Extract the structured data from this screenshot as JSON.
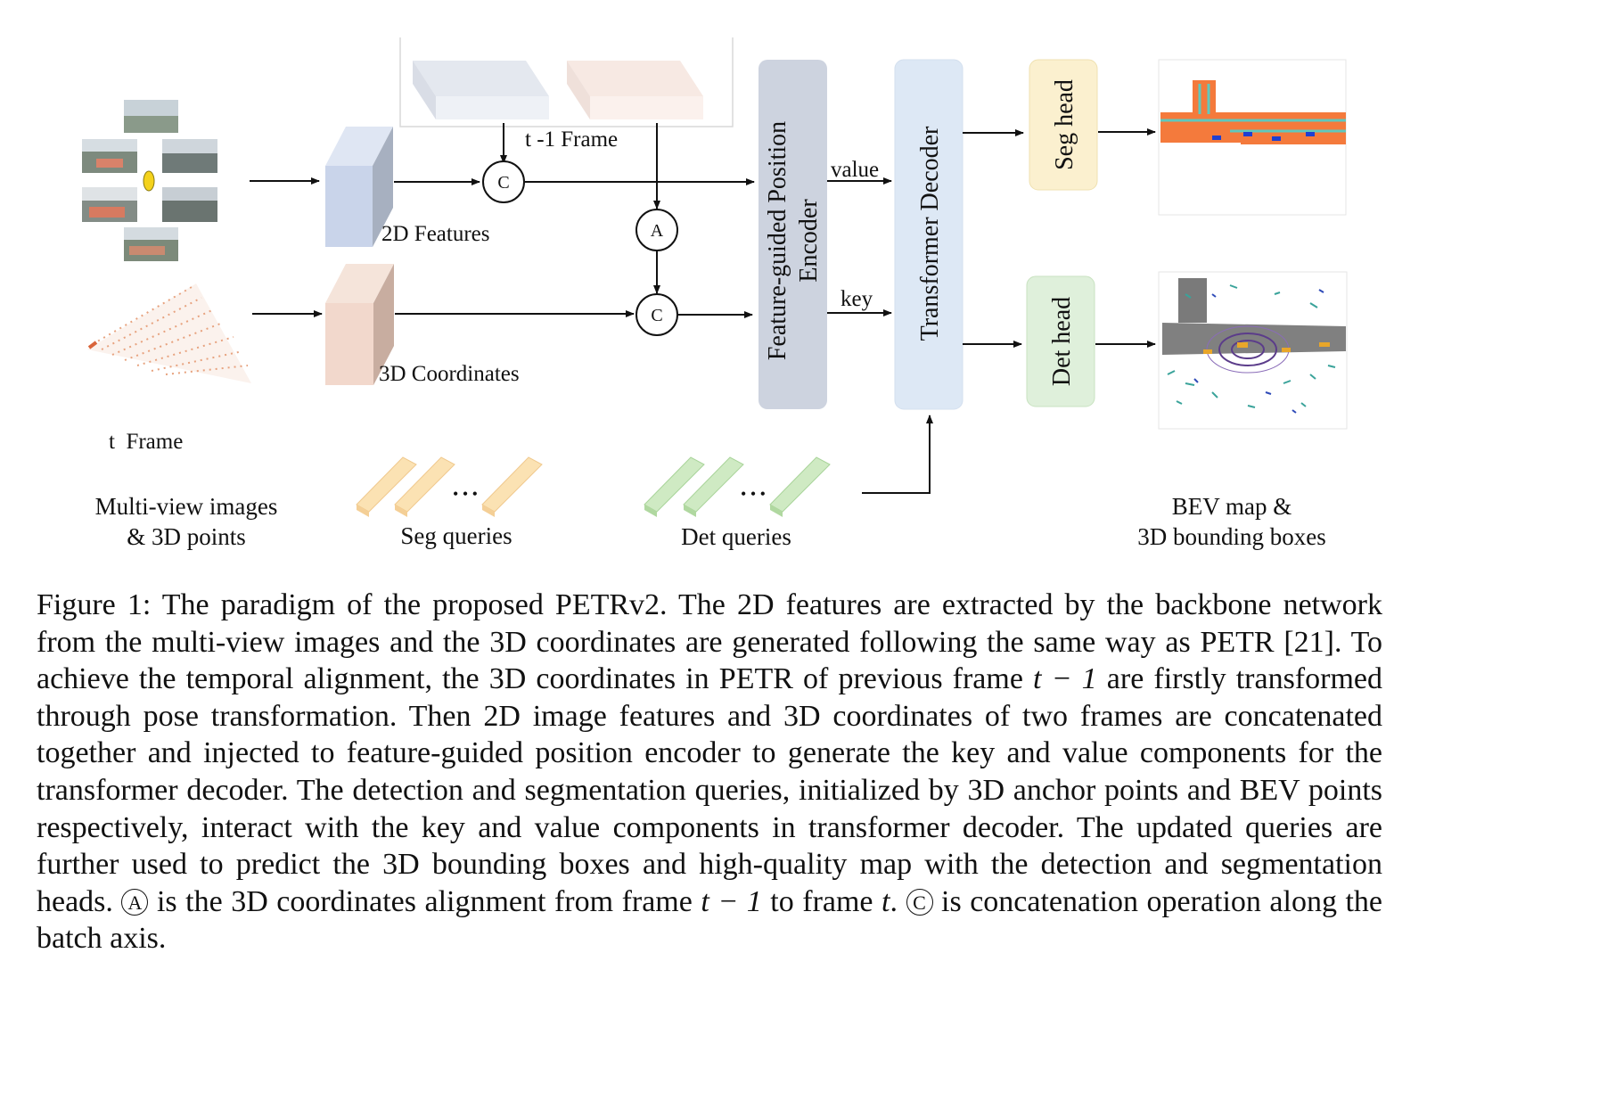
{
  "labels": {
    "prev_frame": "t -1 Frame",
    "features_2d": "2D Features",
    "coords_3d": "3D Coordinates",
    "t_frame": "t  Frame",
    "multi_view_line1": "Multi-view images",
    "multi_view_line2": "& 3D points",
    "seg_queries": "Seg queries",
    "det_queries": "Det queries",
    "bev_line1": "BEV map &",
    "bev_line2": "3D bounding boxes",
    "value": "value",
    "key": "key",
    "encoder_line1": "Feature-guided Position",
    "encoder_line2": "Encoder",
    "decoder": "Transformer  Decoder",
    "seg_head": "Seg head",
    "det_head": "Det head",
    "concat_symbol": "C",
    "align_symbol": "A",
    "dots": "• • •"
  },
  "caption": {
    "p1": "Figure 1: The paradigm of the proposed PETRv2. The 2D features are extracted by the backbone network from the multi-view images and the 3D coordinates are generated following the same way as PETR [21]. To achieve the temporal alignment, the 3D coordinates in PETR of previous frame ",
    "m1": "t − 1",
    "p2": " are firstly transformed through pose transformation. Then 2D image features and 3D coordinates of two frames are concatenated together and injected to feature-guided position encoder to generate the key and value components for the transformer decoder. The detection and segmentation queries, initialized by 3D anchor points and BEV points respectively, interact with the key and value components in transformer decoder. The updated queries are further used to predict the 3D bounding boxes and high-quality map with the detection and segmentation heads. ",
    "sym_a": "A",
    "p3": " is the 3D coordinates alignment from frame ",
    "m2": "t − 1",
    "p4": " to frame ",
    "m3": "t",
    "p5": ". ",
    "sym_c": "C",
    "p6": " is concatenation operation along the batch axis."
  },
  "colors": {
    "features_2d": "#c9d4ea",
    "coords_3d": "#f2d8cc",
    "encoder": "#cdd3df",
    "decoder": "#dde8f5",
    "seg_head": "#fbf0cf",
    "det_head": "#dff0db",
    "seg_query": "#fbe2b3",
    "det_query": "#cfeac3",
    "bev_seg": "#f47a3c"
  }
}
